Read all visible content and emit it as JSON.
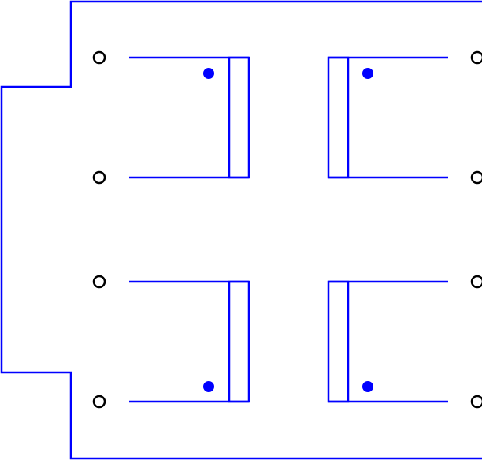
{
  "colors": {
    "outline": "#0000ff",
    "dot": "#0000ff",
    "terminal": "#000000"
  },
  "components": [
    {
      "id": "top-left",
      "orientation": "opening-left",
      "dot": "top"
    },
    {
      "id": "top-right",
      "orientation": "opening-right",
      "dot": "top"
    },
    {
      "id": "bottom-left",
      "orientation": "opening-left",
      "dot": "bottom"
    },
    {
      "id": "bottom-right",
      "orientation": "opening-right",
      "dot": "bottom"
    }
  ],
  "terminal_count": 8
}
